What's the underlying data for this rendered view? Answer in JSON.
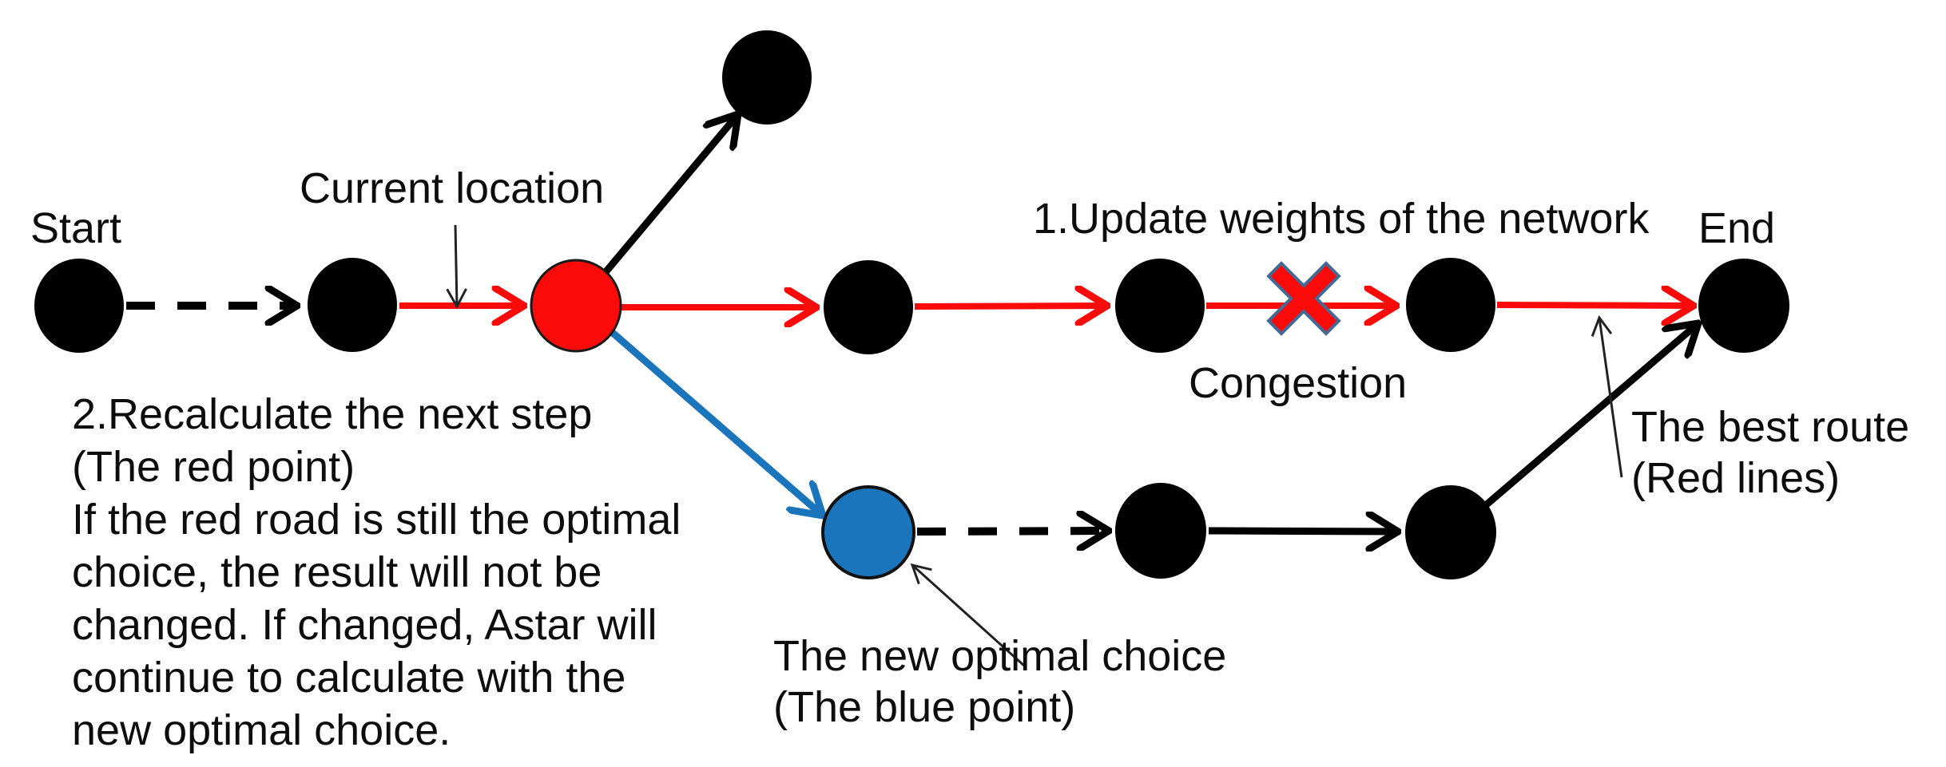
{
  "labels": {
    "start": "Start",
    "current_location": "Current location",
    "update_weights": "1.Update weights of the network",
    "end": "End",
    "congestion": "Congestion",
    "best_route": "The best route\n(Red lines)",
    "new_optimal_choice": "The new optimal choice\n(The blue point)",
    "recalculate_note": "2.Recalculate the next step\n(The red point)\nIf the red road is still the optimal\nchoice, the result will not be\nchanged. If changed, Astar will\ncontinue to calculate with the\nnew optimal choice."
  },
  "colors": {
    "red": "#fb0a0a",
    "blue": "#1b75bc",
    "black": "#000000",
    "x_outline": "#456a93",
    "text": "#0d0d0d"
  },
  "graph": {
    "special_nodes": {
      "current_location_color": "red",
      "new_optimal_choice_color": "blue",
      "other_nodes_color": "black"
    },
    "routes": {
      "best_route": "red lines through congestion row to End",
      "alternative_route": "blue point then dashed and black lines to End",
      "congestion_marker": "red X between two middle nodes"
    }
  }
}
